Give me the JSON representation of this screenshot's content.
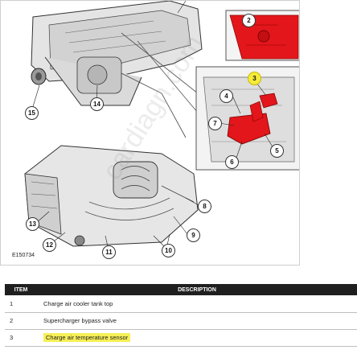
{
  "figure_id": "E150734",
  "watermark": "cardiagn.com",
  "highlight_color": "#f4ec3a",
  "part_color": "#e3161b",
  "callouts": [
    "2",
    "3",
    "4",
    "5",
    "6",
    "7",
    "8",
    "9",
    "10",
    "11",
    "12",
    "13",
    "14",
    "15"
  ],
  "table": {
    "headers": [
      "ITEM",
      "DESCRIPTION"
    ],
    "rows": [
      {
        "item": "1",
        "description": "Charge air cooler tank top"
      },
      {
        "item": "2",
        "description": "Supercharger bypass valve"
      },
      {
        "item": "3",
        "description": "Charge air temperature sensor"
      }
    ]
  }
}
